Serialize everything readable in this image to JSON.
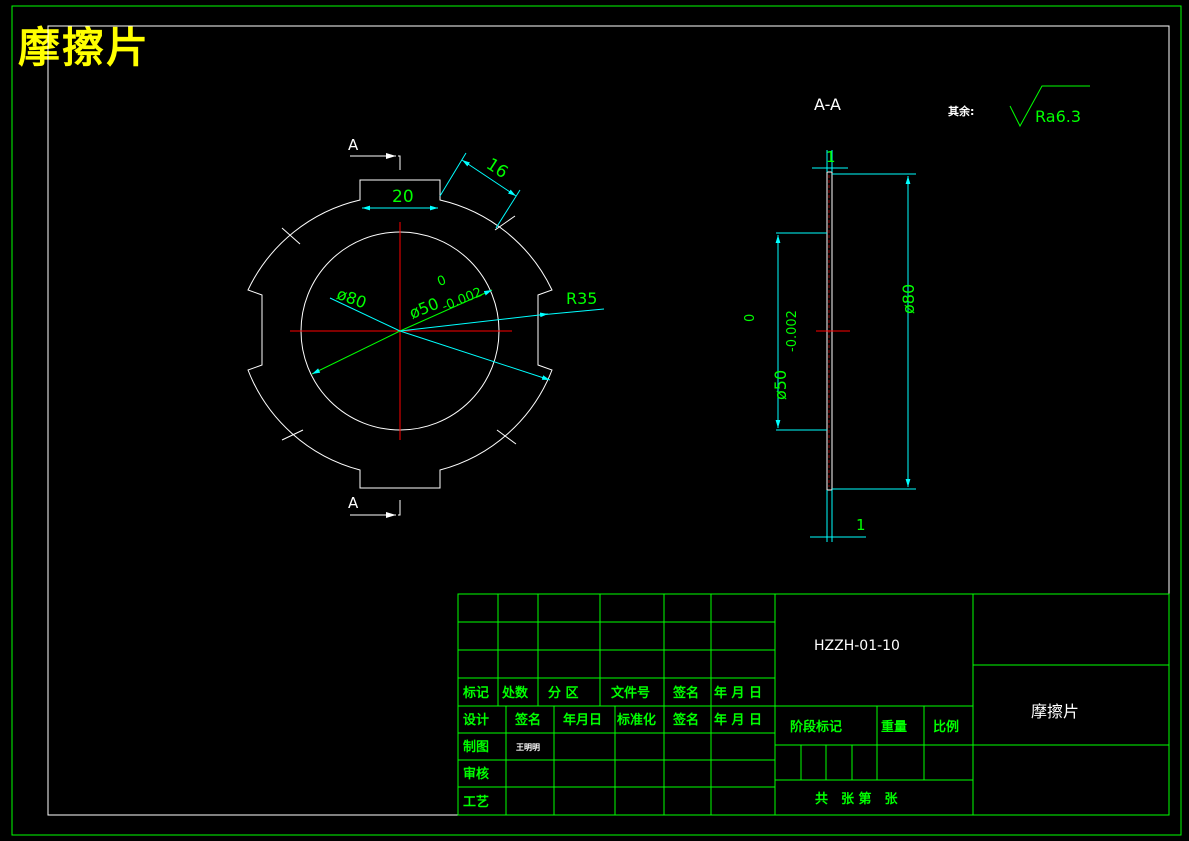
{
  "drawing_title": "摩擦片",
  "front_view": {
    "section_mark_top": "A",
    "section_mark_bottom": "A",
    "dim_slot_width": "20",
    "dim_slot_depth": "16",
    "dim_outer_dia": "ø80",
    "dim_inner_dia": "ø50",
    "dim_inner_tol_upper": "0",
    "dim_inner_tol_lower": "-0.002",
    "dim_radius": "R35"
  },
  "section_view": {
    "label": "A-A",
    "dim_thickness_top": "1",
    "dim_thickness_bottom": "1",
    "dim_outer_dia": "ø80",
    "dim_inner_dia": "ø50",
    "dim_inner_tol_upper": "0",
    "dim_inner_tol_lower": "-0.002"
  },
  "roughness": {
    "prefix": "其余:",
    "value": "Ra6.3"
  },
  "title_block": {
    "drawing_number": "HZZH-01-10",
    "part_name": "摩擦片",
    "header_row": [
      "标记",
      "处数",
      "分 区",
      "文件号",
      "签名",
      "年 月 日"
    ],
    "design_row": [
      "设计",
      "签名",
      "年月日",
      "标准化",
      "签名",
      "年 月 日"
    ],
    "label_draw": "制图",
    "drafter": "王明明",
    "label_check": "审核",
    "label_process": "工艺",
    "stage_mark": "阶段标记",
    "weight": "重量",
    "scale": "比例",
    "sheets": "共　张 第　张"
  },
  "colors": {
    "frame": "#00ff00",
    "outline": "#ffffff",
    "centerline": "#ff0000",
    "dimension": "#00ffff",
    "dim_text": "#00ff00",
    "title": "#ffff00"
  }
}
